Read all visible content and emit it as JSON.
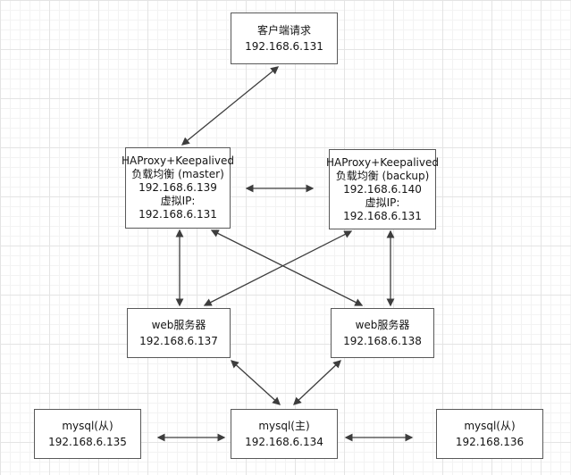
{
  "diagram": {
    "nodes": {
      "client": {
        "lines": [
          "客户端请求",
          "192.168.6.131"
        ]
      },
      "haproxy_master": {
        "lines": [
          "HAProxy+Keepalived",
          "负载均衡 (master)",
          "192.168.6.139",
          "虚拟IP:",
          "192.168.6.131"
        ]
      },
      "haproxy_backup": {
        "lines": [
          "HAProxy+Keepalived",
          "负载均衡 (backup)",
          "192.168.6.140",
          "虚拟IP:",
          "192.168.6.131"
        ]
      },
      "web_server_1": {
        "lines": [
          "web服务器",
          "192.168.6.137"
        ]
      },
      "web_server_2": {
        "lines": [
          "web服务器",
          "192.168.6.138"
        ]
      },
      "mysql_slave_1": {
        "lines": [
          "mysql(从)",
          "192.168.6.135"
        ]
      },
      "mysql_master": {
        "lines": [
          "mysql(主)",
          "192.168.6.134"
        ]
      },
      "mysql_slave_2": {
        "lines": [
          "mysql(从)",
          "192.168.136"
        ]
      }
    },
    "edges": [
      {
        "from": "client",
        "to": "haproxy_master",
        "bidirectional": true
      },
      {
        "from": "haproxy_master",
        "to": "haproxy_backup",
        "bidirectional": true
      },
      {
        "from": "haproxy_master",
        "to": "web_server_1",
        "bidirectional": true
      },
      {
        "from": "haproxy_master",
        "to": "web_server_2",
        "bidirectional": true
      },
      {
        "from": "haproxy_backup",
        "to": "web_server_1",
        "bidirectional": true
      },
      {
        "from": "haproxy_backup",
        "to": "web_server_2",
        "bidirectional": true
      },
      {
        "from": "web_server_1",
        "to": "mysql_master",
        "bidirectional": true
      },
      {
        "from": "web_server_2",
        "to": "mysql_master",
        "bidirectional": true
      },
      {
        "from": "mysql_slave_1",
        "to": "mysql_master",
        "bidirectional": true
      },
      {
        "from": "mysql_master",
        "to": "mysql_slave_2",
        "bidirectional": true
      }
    ]
  }
}
